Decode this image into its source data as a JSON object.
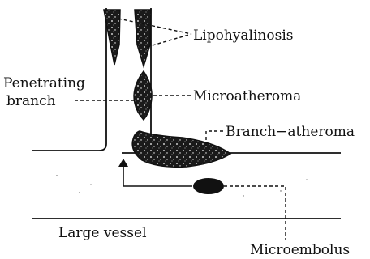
{
  "labels": {
    "lipohyalinosis": "Lipohyalinosis",
    "penetrating_line1": "Penetrating",
    "penetrating_line2": "branch",
    "microatheroma": "Microatheroma",
    "branch_atheroma": "Branch−atheroma",
    "large_vessel": "Large vessel",
    "microembolus": "Microembolus"
  }
}
